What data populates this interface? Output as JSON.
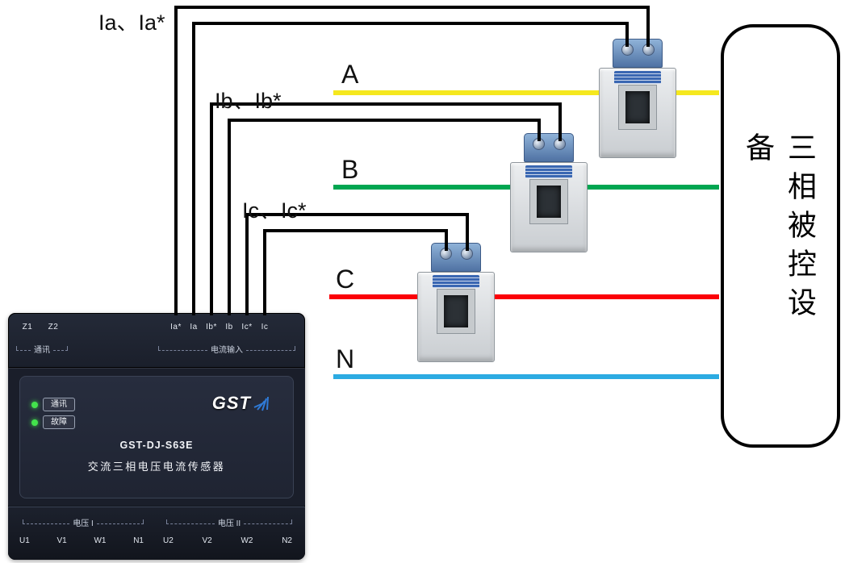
{
  "colors": {
    "phase_a": "#f5e81e",
    "phase_b": "#00a651",
    "phase_c": "#fb0007",
    "phase_n": "#2cabe2",
    "wire": "#000000"
  },
  "annotations": {
    "ia_pair": "Ia、Ia*",
    "ib_pair": "Ib、Ib*",
    "ic_pair": "Ic、Ic*"
  },
  "phases": [
    {
      "name": "A"
    },
    {
      "name": "B"
    },
    {
      "name": "C"
    },
    {
      "name": "N"
    }
  ],
  "load_box": {
    "label": "三相被控设备"
  },
  "device": {
    "comm_terminals": [
      "Z1",
      "Z2"
    ],
    "comm_group_label": "通讯",
    "current_terminals": [
      "Ia*",
      "Ia",
      "Ib*",
      "Ib",
      "Ic*",
      "Ic"
    ],
    "current_group_label": "电流输入",
    "led_comm_label": "通讯",
    "led_fault_label": "故障",
    "brand": "GST",
    "model": "GST-DJ-S63E",
    "product_name": "交流三相电压电流传感器",
    "voltage1_group_label": "电压 I",
    "voltage1_terminals": [
      "U1",
      "V1",
      "W1",
      "N1"
    ],
    "voltage2_group_label": "电压 II",
    "voltage2_terminals": [
      "U2",
      "V2",
      "W2",
      "N2"
    ]
  }
}
